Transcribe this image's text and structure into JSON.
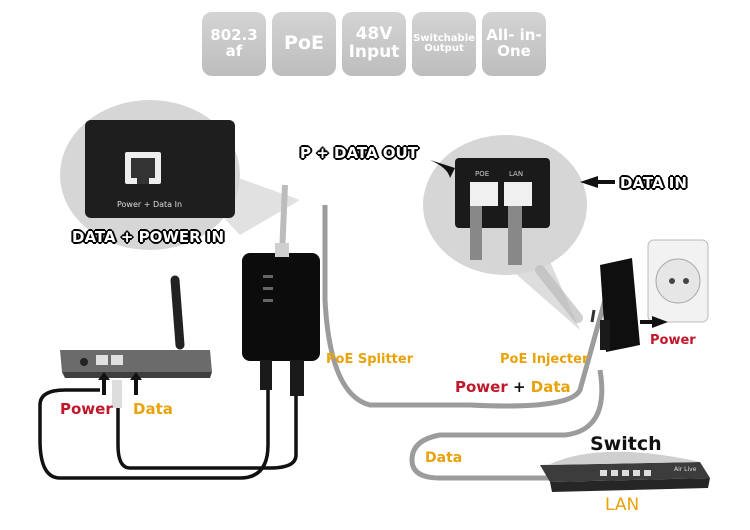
{
  "badges": [
    {
      "text": "802.3\naf"
    },
    {
      "text": "PoE"
    },
    {
      "text": "48V\nInput"
    },
    {
      "text": "Switchable\nOutput"
    },
    {
      "text": "All- in-\nOne"
    }
  ],
  "callouts": {
    "port_label": "Power + Data In",
    "data_power_in": "DATA + POWER IN",
    "p_data_out": "P + DATA OUT",
    "data_in": "DATA IN",
    "poe_port": "POE",
    "lan_port": "LAN"
  },
  "labels": {
    "poe_splitter": "PoE Splitter",
    "poe_injecter": "PoE Injecter",
    "power_left": "Power",
    "data_left": "Data",
    "power_plus": "Power",
    "plus": "+",
    "data_mid": "Data",
    "power_right": "Power",
    "switch": "Switch",
    "data_bottom": "Data",
    "lan": "LAN",
    "switch_brand": "Air Live"
  },
  "colors": {
    "red": "#c0172b",
    "orange": "#e8a20a",
    "badge": "#c8c8c8"
  }
}
